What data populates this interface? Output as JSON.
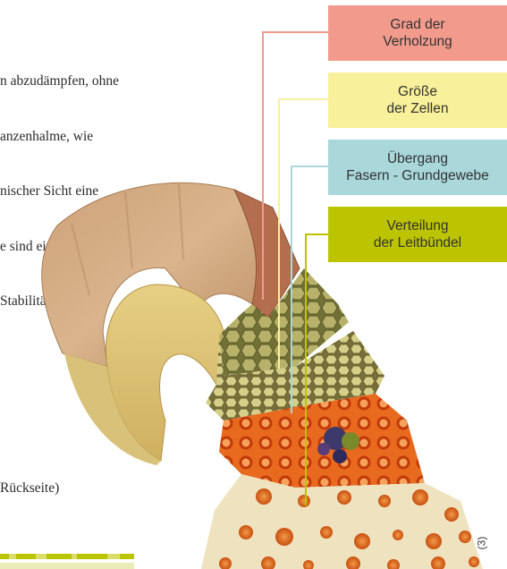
{
  "paragraph_lines": [
    "n abzudämpfen, ohne",
    "anzenhalme, wie",
    "nischer Sicht eine",
    "e sind ein Kompromiss",
    "Stabilität."
  ],
  "caption": "Rückseite)",
  "credit": "(3)",
  "labels": [
    {
      "lines": [
        "Grad der",
        "Verholzung"
      ],
      "color": "#f29b8d"
    },
    {
      "lines": [
        "Größe",
        "der Zellen"
      ],
      "color": "#f8f09a"
    },
    {
      "lines": [
        "Übergang",
        "Fasern - Grundgewebe"
      ],
      "color": "#a9d7da"
    },
    {
      "lines": [
        "Verteilung",
        "der Leitbündel"
      ],
      "color": "#bcc400"
    }
  ],
  "illustration": "stem-cross-section-arch"
}
